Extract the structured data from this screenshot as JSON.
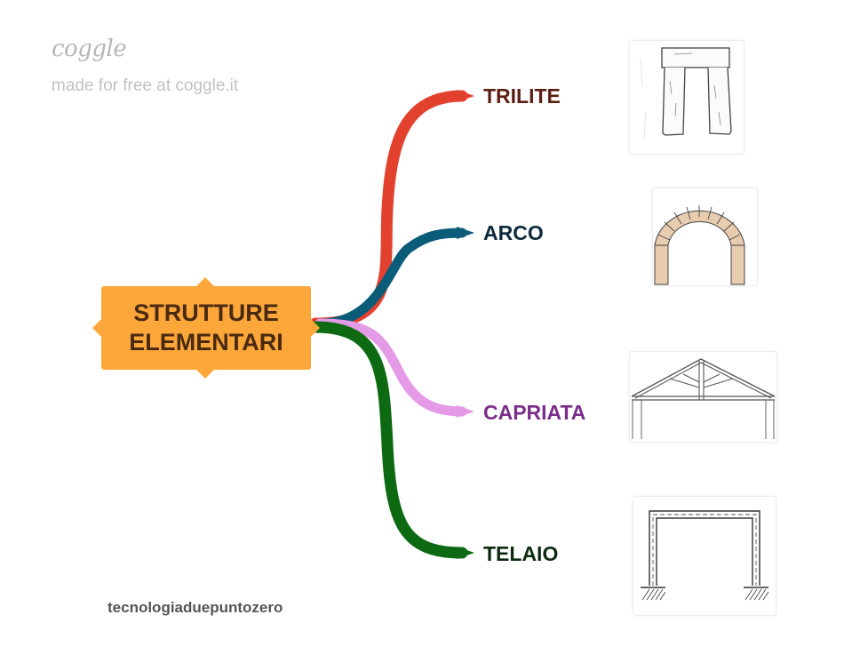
{
  "watermark": {
    "logo": "coggle",
    "tagline": "made for free at coggle.it"
  },
  "center": {
    "label": "STRUTTURE\nELEMENTARI",
    "fill_color": "#fda73a"
  },
  "branches": [
    {
      "label": "TRILITE",
      "color": "#e2412e",
      "label_color": "#5b1f14",
      "image": "trilithon-sketch"
    },
    {
      "label": "ARCO",
      "color": "#0b5c78",
      "label_color": "#0c2a3a",
      "image": "stone-arch-drawing"
    },
    {
      "label": "CAPRIATA",
      "color": "#e59ae8",
      "label_color": "#7a2e8a",
      "image": "roof-truss-drawing"
    },
    {
      "label": "TELAIO",
      "color": "#0e6a12",
      "label_color": "#0d2a0f",
      "image": "portal-frame-drawing"
    }
  ],
  "footer": {
    "credit": "tecnologiaduepuntozero"
  }
}
